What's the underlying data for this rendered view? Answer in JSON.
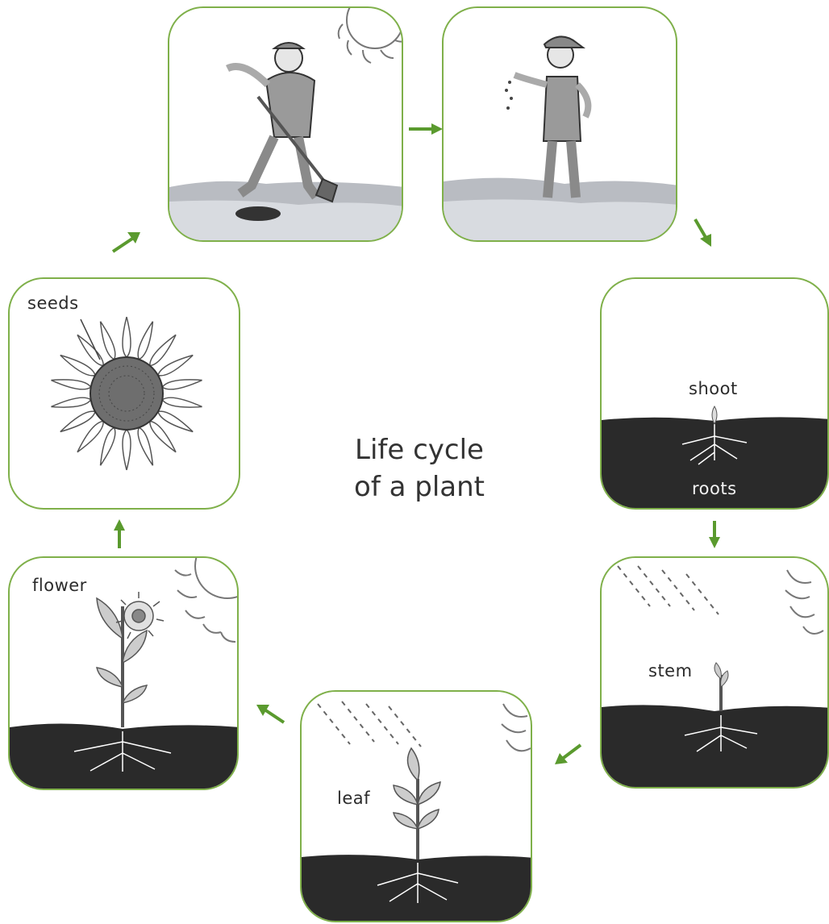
{
  "title_line1": "Life cycle",
  "title_line2": "of a plant",
  "stages": {
    "digging": {
      "label": ""
    },
    "sowing": {
      "label": ""
    },
    "shoot": {
      "label": "shoot",
      "label2": "roots"
    },
    "stem": {
      "label": "stem"
    },
    "leaf": {
      "label": "leaf"
    },
    "flower": {
      "label": "flower"
    },
    "seeds": {
      "label": "seeds"
    }
  },
  "colors": {
    "border": "#7fb04a",
    "arrow": "#5a9a2e",
    "soil": "#2a2a2a"
  }
}
